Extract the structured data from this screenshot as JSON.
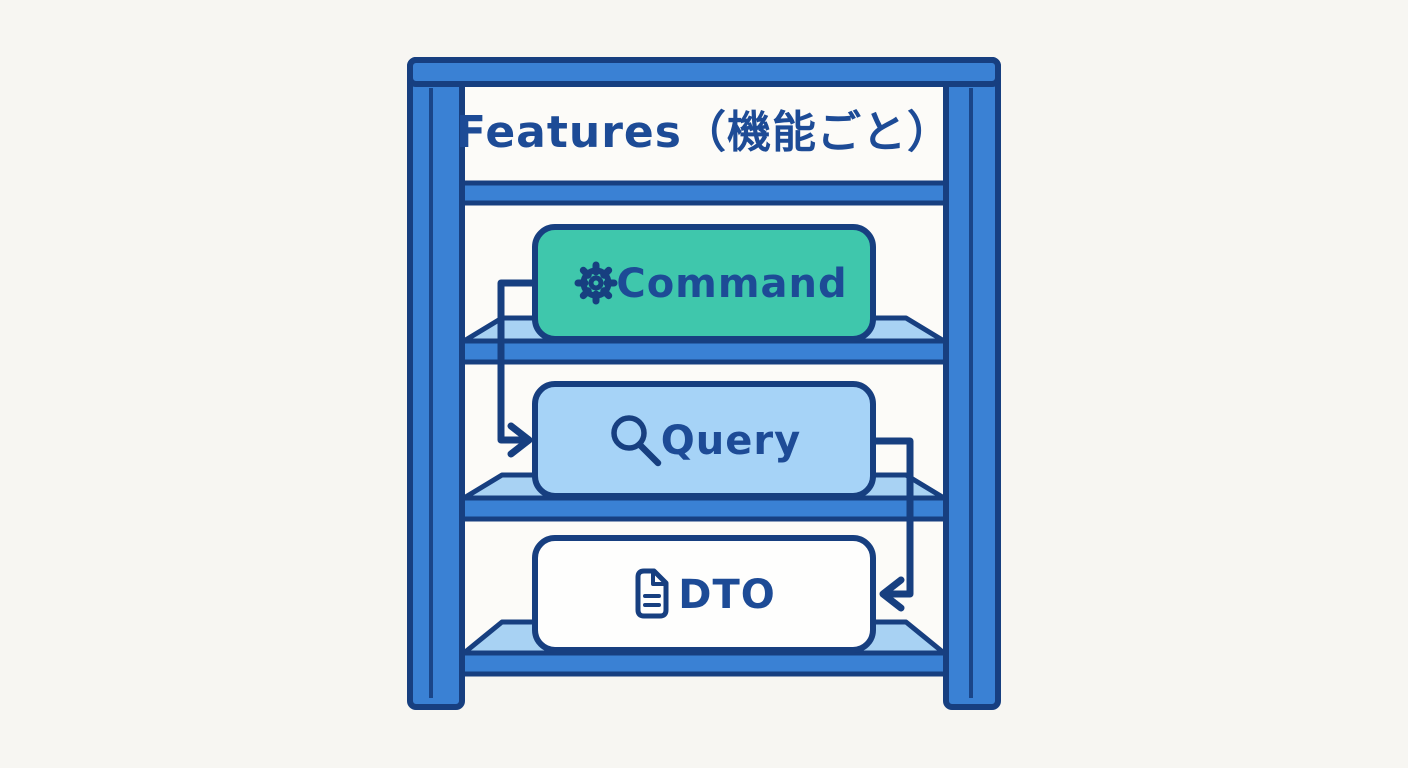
{
  "background_color": "#f7f6f2",
  "shelf": {
    "title": "Features（機能ごと）",
    "title_color": "#1d4b96",
    "text_color": "#1d4b96",
    "frame_color": "#3a81d4",
    "outline_color": "#173f80",
    "shelf_top_color": "#a8d2f3",
    "interior_color": "#fcfbf8",
    "levels": [
      {
        "id": "command",
        "label": "Command",
        "icon": "gear-icon",
        "fill": "#3fc7ac"
      },
      {
        "id": "query",
        "label": "Query",
        "icon": "search-icon",
        "fill": "#a6d3f7"
      },
      {
        "id": "dto",
        "label": "DTO",
        "icon": "document-icon",
        "fill": "#fefefd"
      }
    ],
    "edges": [
      {
        "from": "Command",
        "to": "Query"
      },
      {
        "from": "Query",
        "to": "DTO"
      }
    ]
  }
}
